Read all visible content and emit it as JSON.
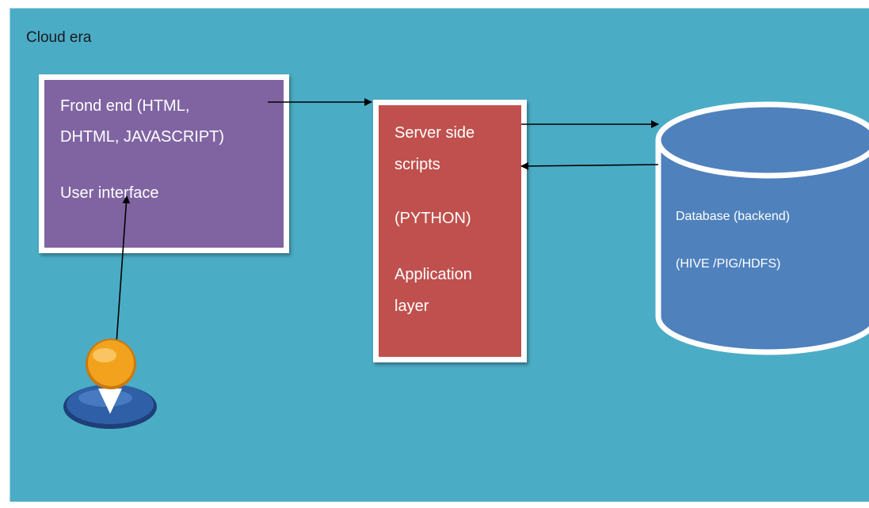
{
  "title": "Cloud era",
  "frontend": {
    "line1": "Frond end (HTML,",
    "line2": "DHTML, JAVASCRIPT)",
    "line3": "User interface"
  },
  "server": {
    "line1": "Server side",
    "line2": "scripts",
    "line3": "(PYTHON)",
    "line4": "Application",
    "line5": "layer"
  },
  "database": {
    "line1": "Database  (backend)",
    "line2": "(HIVE /PIG/HDFS)"
  },
  "colors": {
    "canvas": "#4bacc6",
    "frontend": "#8064a2",
    "server": "#c0504d",
    "database": "#4f81bd",
    "user_head": "#f2a21c",
    "user_body": "#2f5fa7"
  },
  "icons": {
    "user": "user-icon"
  }
}
